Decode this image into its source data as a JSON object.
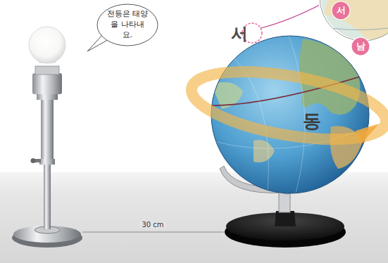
{
  "diagram": {
    "nodes": [
      {
        "text": [
          "전등은 태양을 나타내요."
        ]
      },
      {
        "text": [
          "서"
        ]
      },
      {
        "text": [
          "남"
        ]
      }
    ],
    "labels": [
      "서",
      "동",
      "30 cm"
    ]
  }
}
